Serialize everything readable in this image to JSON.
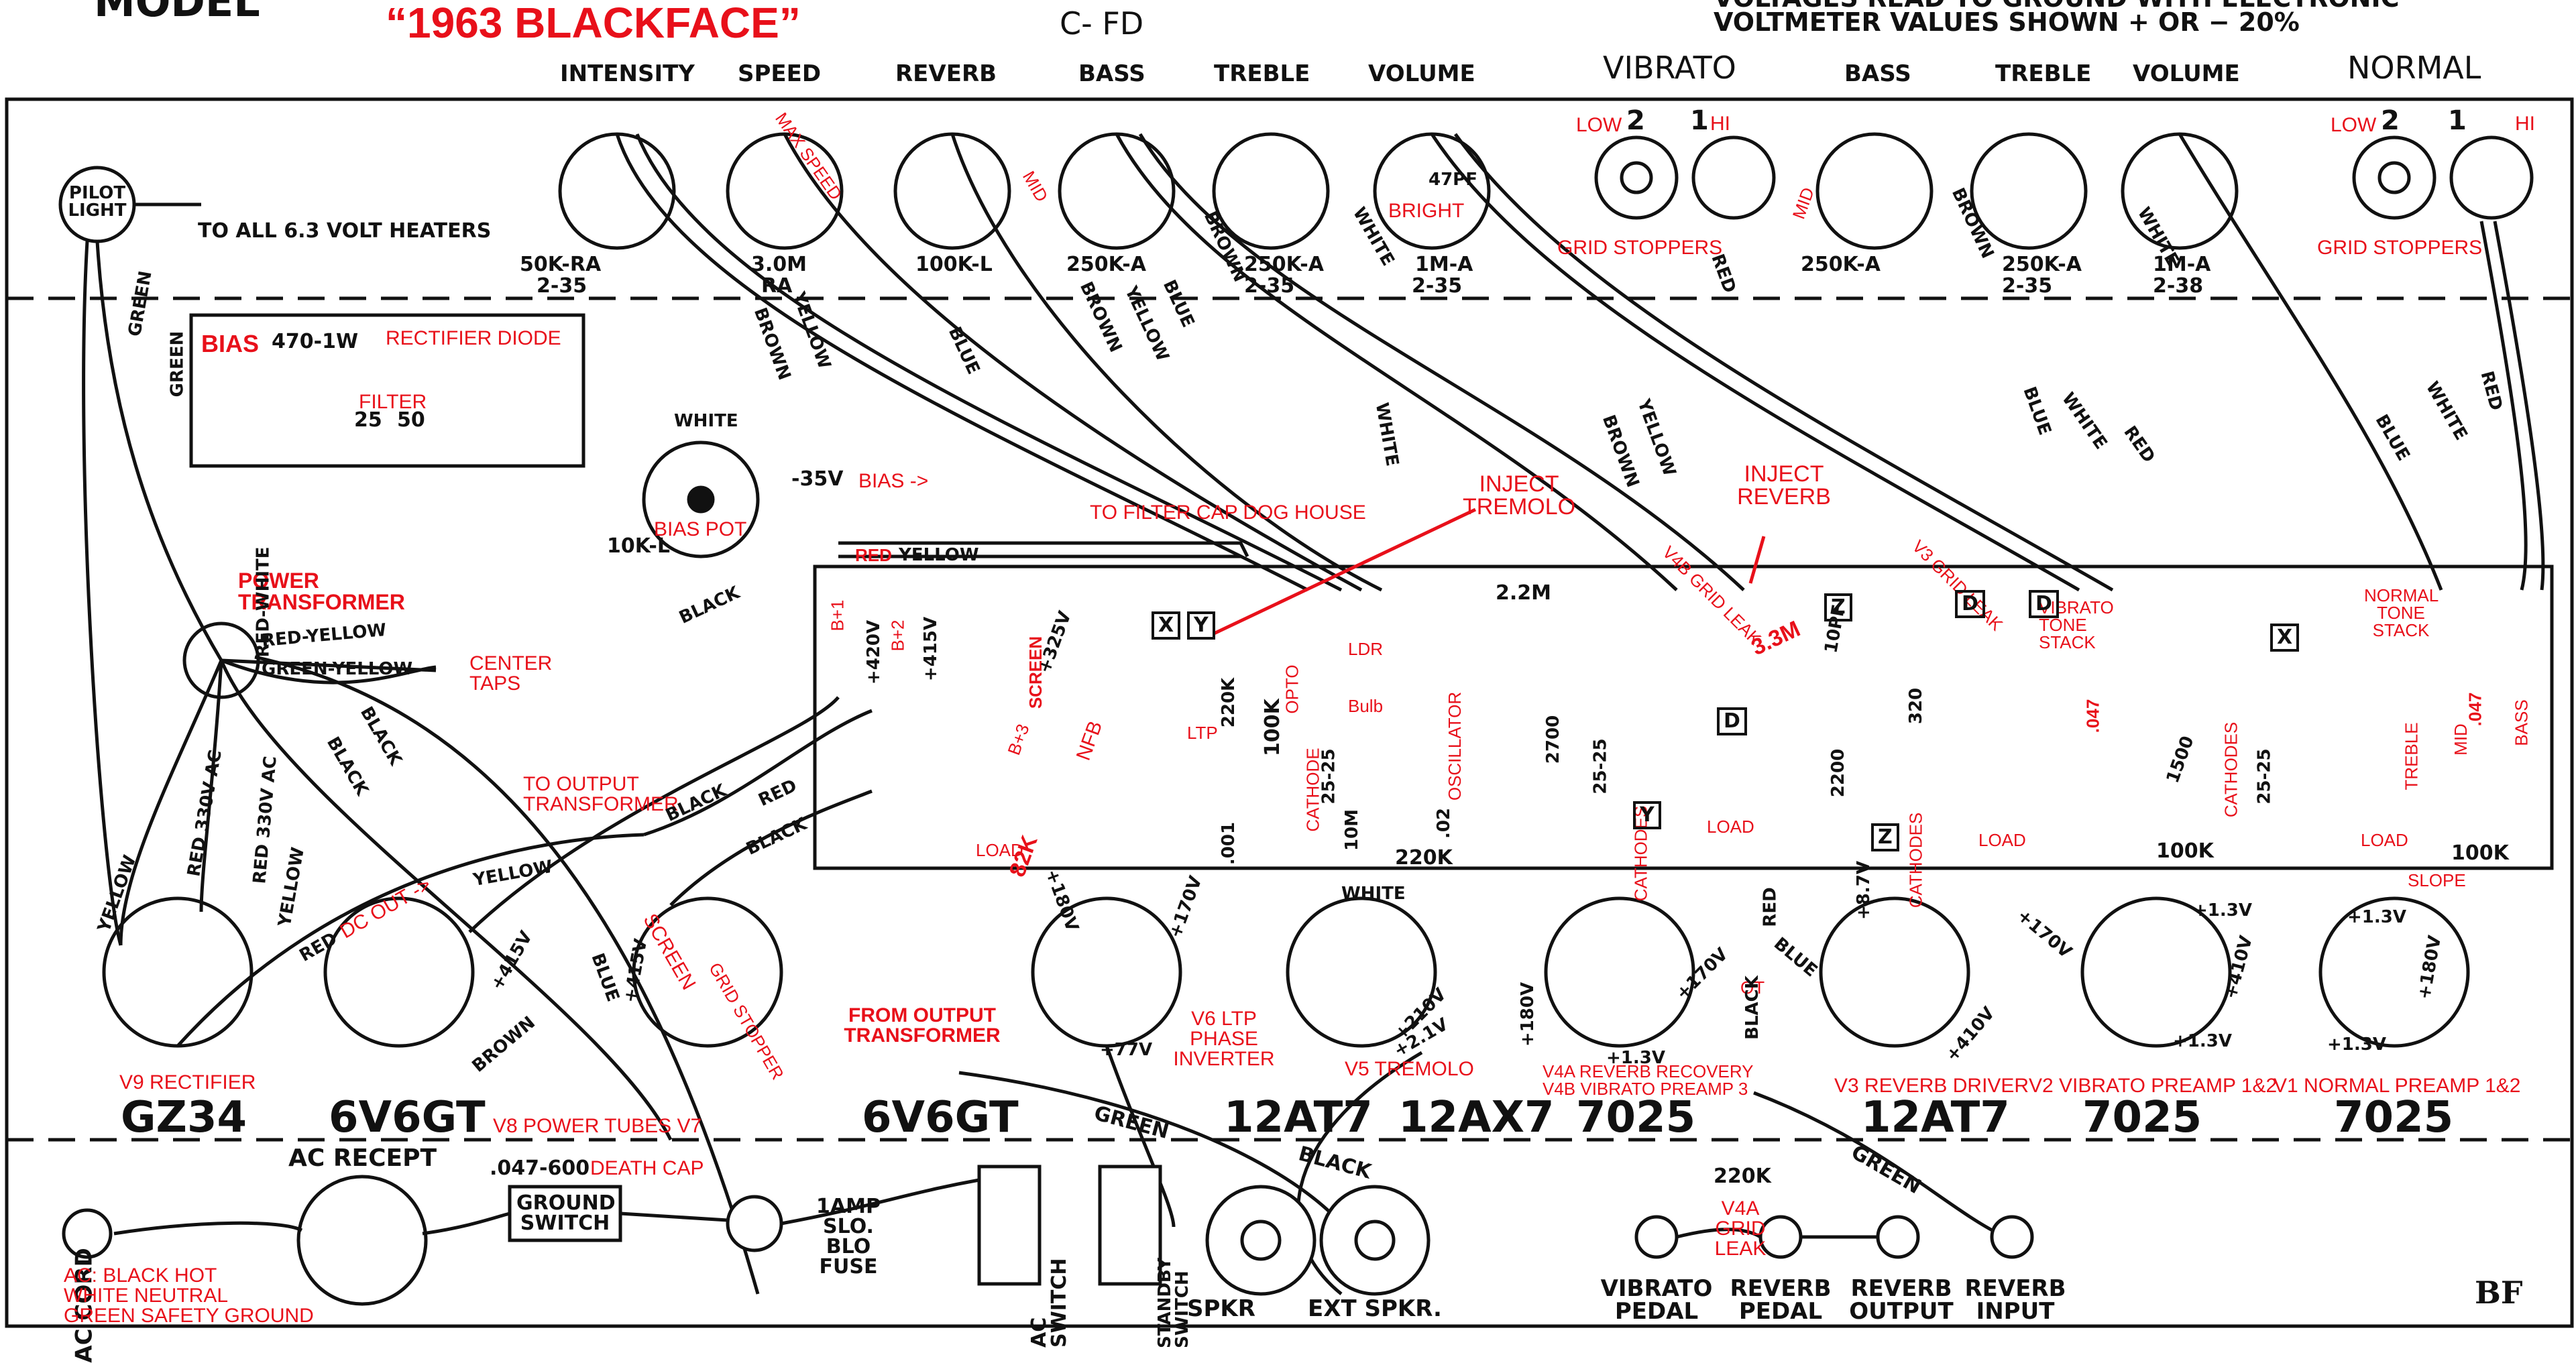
{
  "header": {
    "model_fragment": "MODEL",
    "title": "“1963 BLACKFACE”",
    "code": "C- FD",
    "voltage_note_line1": "VOLTAGES READ TO GROUND WITH ELECTRONIC",
    "voltage_note_line2": "VOLTMETER VALUES SHOWN + OR − 20%"
  },
  "channels": {
    "vibrato": "VIBRATO",
    "normal": "NORMAL"
  },
  "knobs": {
    "vibrato_channel": [
      {
        "name": "INTENSITY",
        "value": "50K-RA",
        "code": "2-35"
      },
      {
        "name": "SPEED",
        "value": "3.0M",
        "code": "RA"
      },
      {
        "name": "REVERB",
        "value": "100K-L",
        "code": ""
      },
      {
        "name": "BASS",
        "value": "250K-A",
        "code": ""
      },
      {
        "name": "TREBLE",
        "value": "250K-A",
        "code": "2-35"
      },
      {
        "name": "VOLUME",
        "value": "1M-A",
        "code": "2-35"
      }
    ],
    "normal_channel": [
      {
        "name": "BASS",
        "value": "250K-A",
        "code": ""
      },
      {
        "name": "TREBLE",
        "value": "250K-A",
        "code": "2-35"
      },
      {
        "name": "VOLUME",
        "value": "1M-A",
        "code": "2-38"
      }
    ]
  },
  "inputs": {
    "low": "LOW",
    "hi": "HI",
    "num_2": "2",
    "num_1": "1",
    "grid_stoppers": "GRID STOPPERS"
  },
  "tubes": [
    {
      "type": "GZ34",
      "label": "V9 RECTIFIER"
    },
    {
      "type": "6V6GT",
      "label": "V8 POWER TUBES V7"
    },
    {
      "type": "6V6GT",
      "label": ""
    },
    {
      "type": "12AT7",
      "label": "V6 LTP PHASE INVERTER"
    },
    {
      "type": "12AX7",
      "label": "V5 TREMOLO"
    },
    {
      "type": "7025",
      "label": "V4A REVERB RECOVERY V4B VIBRATO PREAMP 3"
    },
    {
      "type": "12AT7",
      "label": "V3 REVERB DRIVER"
    },
    {
      "type": "7025",
      "label": "V2 VIBRATO PREAMP 1&2"
    },
    {
      "type": "7025",
      "label": "V1 NORMAL PREAMP 1&2"
    }
  ],
  "red_labels": {
    "bias": "BIAS",
    "rectifier_diode": "RECTIFIER DIODE",
    "filter": "FILTER",
    "bias_pot": "BIAS POT",
    "bias_arrow": "BIAS ->",
    "power_transformer": "POWER TRANSFORMER",
    "center_taps": "CENTER TAPS",
    "to_output_transformer": "TO OUTPUT TRANSFORMER",
    "dc_out": "DC OUT ->",
    "screen": "SCREEN",
    "grid_stopper": "GRID STOPPER",
    "from_output_transformer": "FROM OUTPUT TRANSFORMER",
    "to_filter_cap": "TO FILTER CAP DOG HOUSE",
    "inject_tremolo": "INJECT TREMOLO",
    "inject_reverb": "INJECT REVERB",
    "max_speed": "MAX SPEED",
    "mid": "MID",
    "bright": "BRIGHT",
    "bright_cap": "47PF",
    "v4b_grid_leak": "V4B GRID LEAK",
    "v3_grid_leak": "V3 GRID LEAK",
    "vibrato_tone_stack": "VIBRATO TONE STACK",
    "normal_tone_stack": "NORMAL TONE STACK",
    "treble": "TREBLE",
    "bass": "BASS",
    "slope": "SLOPE",
    "load": "LOAD",
    "cathodes": "CATHODES",
    "cathode": "CATHODE",
    "opto": "OPTO",
    "ldr": "LDR",
    "bulb": "Bulb",
    "oscillator": "OSCILLATOR",
    "ot": "OT",
    "v4a_grid_leak": "V4A GRID LEAK",
    "death_cap": "DEATH CAP",
    "ac_note_1": "AC: BLACK HOT",
    "ac_note_2": "WHITE NEUTRAL",
    "ac_note_3": "GREEN SAFETY GROUND",
    "b1": "B+1",
    "b2": "B+2",
    "b3": "B+3",
    "nfb": "NFB",
    "ltp": "LTP",
    "r82k": "82K",
    "r3_3m": "3.3M",
    "c047": ".047",
    "c047b": ".047",
    "ht_hi": "HI"
  },
  "wire_labels": {
    "green": "GREEN",
    "yellow": "YELLOW",
    "brown": "BROWN",
    "blue": "BLUE",
    "white": "WHITE",
    "red": "RED",
    "black": "BLACK",
    "red_white": "RED-WHITE",
    "red_yellow": "RED-YELLOW",
    "green_yellow": "GREEN-YELLOW",
    "red_330vac": "RED 330V AC"
  },
  "components": {
    "pilot_light": "PILOT LIGHT",
    "heaters": "TO ALL 6.3 VOLT HEATERS",
    "r470": "470-1W",
    "cap_25": "25",
    "cap_50": "50",
    "bias_volt": "-35V",
    "pot_10k": "10K-L",
    "v420": "+420V",
    "v415": "+415V",
    "v325": "+325V",
    "r220k": "220K",
    "r100k": "100K",
    "r2_2m": "2.2M",
    "r10pf": "10PF",
    "c001": ".001",
    "c0_02": ".02",
    "r10m": "10M",
    "c25_25": "25-25",
    "r2700": "2700",
    "r2200": "2200",
    "r320": "320",
    "r1500": "1500",
    "r100k_b": "100K",
    "v180": "+180V",
    "v170": "+170V",
    "v77": "+77V",
    "v210": "+210V",
    "v2_1": "+2.1V",
    "v1_3": "+1.3V",
    "v8_7": "+8.7V",
    "v410": "+410V",
    "v415b": "+415V",
    "x": "X",
    "y": "Y",
    "z": "Z",
    "d": "D"
  },
  "bottom": {
    "ac_cord": "AC CORD",
    "ac_recept": "AC RECEPT",
    "cap_600": ".047-600",
    "ground_switch": "GROUND SWITCH",
    "fuse": "1AMP SLO. BLO FUSE",
    "ac_switch": "AC SWITCH",
    "standby_switch": "STANDBY SWITCH",
    "spkr": "SPKR",
    "ext_spkr": "EXT SPKR.",
    "vibrato_pedal": "VIBRATO PEDAL",
    "reverb_pedal": "REVERB PEDAL",
    "reverb_output": "REVERB OUTPUT",
    "reverb_input": "REVERB INPUT",
    "r220k": "220K",
    "signature": "BF"
  }
}
